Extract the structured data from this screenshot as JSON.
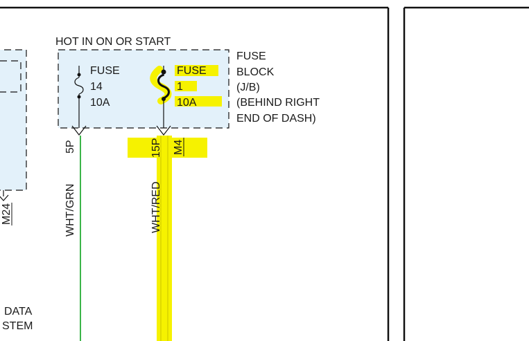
{
  "diagram": {
    "header_label": "HOT IN ON OR START",
    "fuse_block": {
      "label_lines": [
        "FUSE",
        "BLOCK",
        "(J/B)",
        "(BEHIND RIGHT",
        "END OF DASH)"
      ]
    },
    "fuse_a": {
      "title": "FUSE",
      "number": "14",
      "rating": "10A"
    },
    "fuse_b": {
      "title": "FUSE",
      "number": "1",
      "rating": "10A"
    },
    "wire_a": {
      "pin": "5P",
      "color_code": "WHT/GRN",
      "wire_color": "#3cb54a"
    },
    "wire_b": {
      "pin": "15P",
      "connector": "M4",
      "color_code": "WHT/RED",
      "wire_color": "#ffff00"
    },
    "left_module": {
      "connector": "M24",
      "label_lines": [
        "DATA",
        "STEM"
      ]
    },
    "colors": {
      "box_fill": "#e3f1fa",
      "highlight": "#f6f200",
      "line": "#111111"
    }
  }
}
